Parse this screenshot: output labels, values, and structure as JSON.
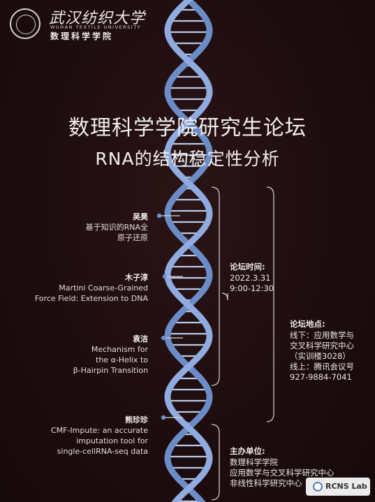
{
  "header": {
    "university_name": "武汉纺织大学",
    "university_name_en": "WUHAN TEXTILE UNIVERSITY",
    "college": "数理科学学院"
  },
  "title": {
    "main": "数理科学学院研究生论坛",
    "sub": "RNA的结构稳定性分析"
  },
  "speakers": [
    {
      "name": "吴昊",
      "topic_lines": [
        "基于知识的RNA全",
        "原子还原"
      ]
    },
    {
      "name": "木子淳",
      "topic_lines": [
        "Martini Coarse-Grained",
        "Force Field: Extension to DNA"
      ]
    },
    {
      "name": "袁洁",
      "topic_lines": [
        "Mechanism for",
        "the α-Helix to",
        "β-Hairpin Transition"
      ]
    },
    {
      "name": "熊珍珍",
      "topic_lines": [
        "CMF-Impute: an accurate",
        "imputation tool for",
        "single-cellRNA-seq data"
      ]
    }
  ],
  "forum_time": {
    "label": "论坛时间:",
    "date": "2022.3.31",
    "hours": "9:00-12:30"
  },
  "forum_location": {
    "label": "论坛地点:",
    "lines": [
      "线下：应用数学与",
      "交叉科学研究中心",
      "（实训楼3028）",
      "线上：腾讯会议号",
      "927-9884-7041"
    ]
  },
  "organizer": {
    "label": "主办单位:",
    "lines": [
      "数理科学学院",
      "应用数学与交叉科学研究中心",
      "非线性科学研究中心"
    ]
  },
  "badge": {
    "text": "RCNS Lab"
  },
  "colors": {
    "background": "#1e0d0f",
    "helix": "#6e8fc9",
    "helix_light": "#a9c0e8",
    "text": "#e9e6e6"
  }
}
